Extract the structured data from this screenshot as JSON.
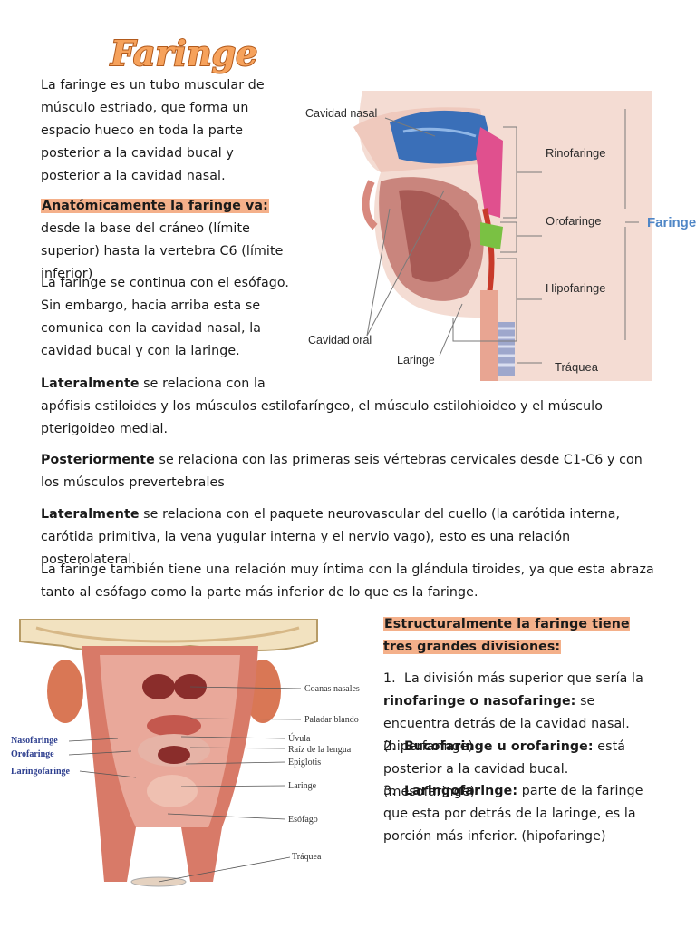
{
  "title": "Faringe",
  "intro": "La faringe es un tubo muscular de músculo estriado, que forma un espacio hueco en toda la parte posterior a la cavidad bucal y posterior a la cavidad nasal.",
  "anatomic": {
    "label": "Anatómicamente la faringe va:",
    "text": " desde la base del cráneo (límite superior) hasta la vertebra C6 (límite inferior)"
  },
  "continuation": "La faringe se continua con el esófago. Sin embargo, hacia arriba esta se comunica con la cavidad nasal, la cavidad bucal y con la laringe.",
  "lateral1": {
    "label": "Lateralmente",
    "text_line1": " se relaciona con la",
    "text_rest": "apófisis estiloides y los músculos estilofaríngeo, el músculo estilohioideo y el músculo pterigoideo medial."
  },
  "posterior": {
    "label": "Posteriormente",
    "text": " se relaciona con las primeras seis vértebras cervicales desde C1-C6 y con los músculos prevertebrales"
  },
  "lateral2": {
    "label": "Lateralmente",
    "text": " se relaciona con el paquete neurovascular del cuello (la carótida interna, carótida primitiva, la vena yugular interna y el nervio vago), esto es una relación posterolateral."
  },
  "thyroid": "La faringe también tiene una relación muy íntima con la glándula tiroides, ya que esta abraza tanto al esófago como la parte más inferior de lo que es la faringe.",
  "figure1": {
    "labels": {
      "nasal": "Cavidad nasal",
      "oral": "Cavidad oral",
      "larynx": "Laringe",
      "rino": "Rinofaringe",
      "oro": "Orofaringe",
      "hipo": "Hipofaringe",
      "trachea": "Tráquea",
      "faringe": "Faringe"
    }
  },
  "figure2": {
    "labels": {
      "coanas": "Coanas nasales",
      "paladar": "Paladar blando",
      "uvula": "Úvula",
      "raiz": "Raíz de la lengua",
      "epiglotis": "Epiglotis",
      "laringe": "Laringe",
      "esofago": "Esófago",
      "traquea": "Tráquea",
      "naso": "Nasofaringe",
      "oro": "Orofaringe",
      "laringo": "Laringofaringe"
    }
  },
  "divisions": {
    "heading": "Estructuralmente la faringe tiene tres grandes divisiones:",
    "items": [
      {
        "num": "1.",
        "pre": "  La división más superior que sería la ",
        "bold": "rinofaringe o nasofaringe:",
        "text": " se encuentra detrás de la cavidad nasal. (hiperfaringe)"
      },
      {
        "num": "2.",
        "pre": "  ",
        "bold": "Bucofaringe u orofaringe:",
        "text": " está posterior a la cavidad bucal. (mesofaringe)"
      },
      {
        "num": "3.",
        "pre": "  ",
        "bold": "Laringofaringe:",
        "text": " parte de la faringe que esta por detrás de la laringe, es la porción más inferior. (hipofaringe)"
      }
    ]
  }
}
